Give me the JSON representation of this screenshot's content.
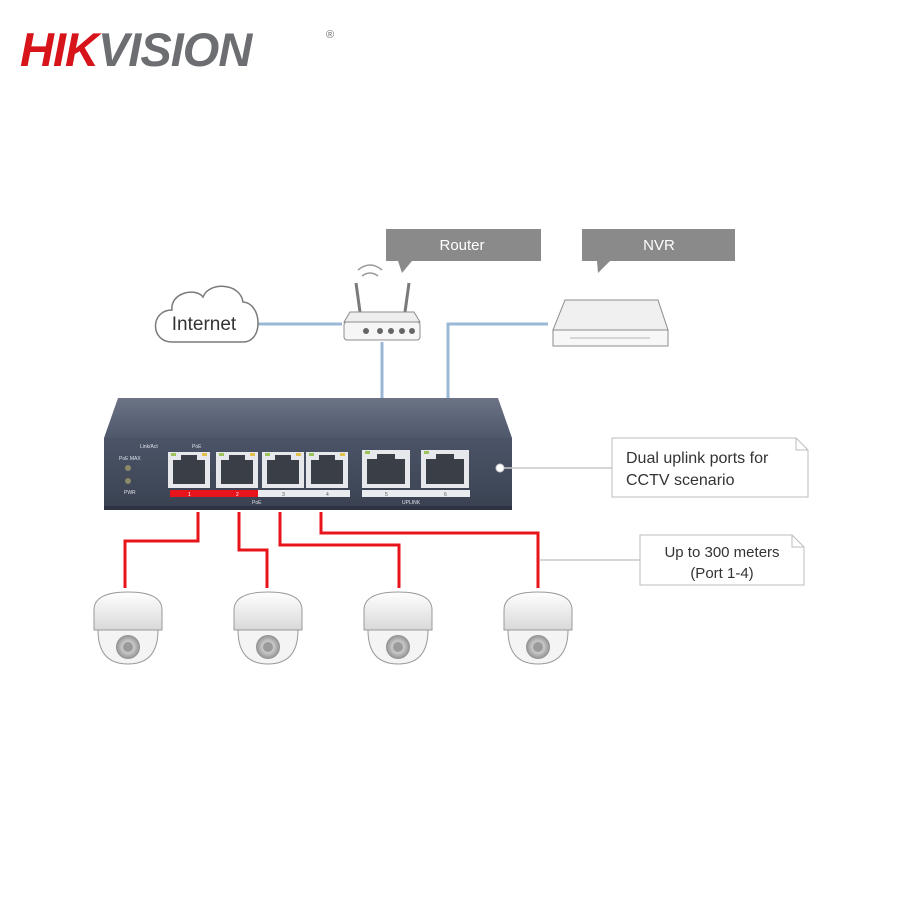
{
  "brand": {
    "logo_text": "HIKVISION",
    "registered_mark": "®"
  },
  "callouts": {
    "router": "Router",
    "nvr": "NVR",
    "uplink_line1": "Dual uplink ports for",
    "uplink_line2": "CCTV scenario",
    "distance_line1": "Up to 300 meters",
    "distance_line2": "(Port 1-4)"
  },
  "cloud": {
    "label": "Internet"
  },
  "switch": {
    "led_labels": [
      "Link/Act",
      "PoE",
      "PoE MAX",
      "PWR"
    ],
    "port_group_labels": [
      "PoE",
      "UPLINK"
    ],
    "port_numbers": [
      "1",
      "2",
      "3",
      "4",
      "5",
      "6"
    ]
  },
  "colors": {
    "brand_red": "#d7141a",
    "brand_gray": "#6d6e71",
    "callout_bg": "#8a8a8a",
    "link_blue": "#9ab8d6",
    "poe_red": "#e8141c",
    "switch_body": "#4d5566"
  }
}
